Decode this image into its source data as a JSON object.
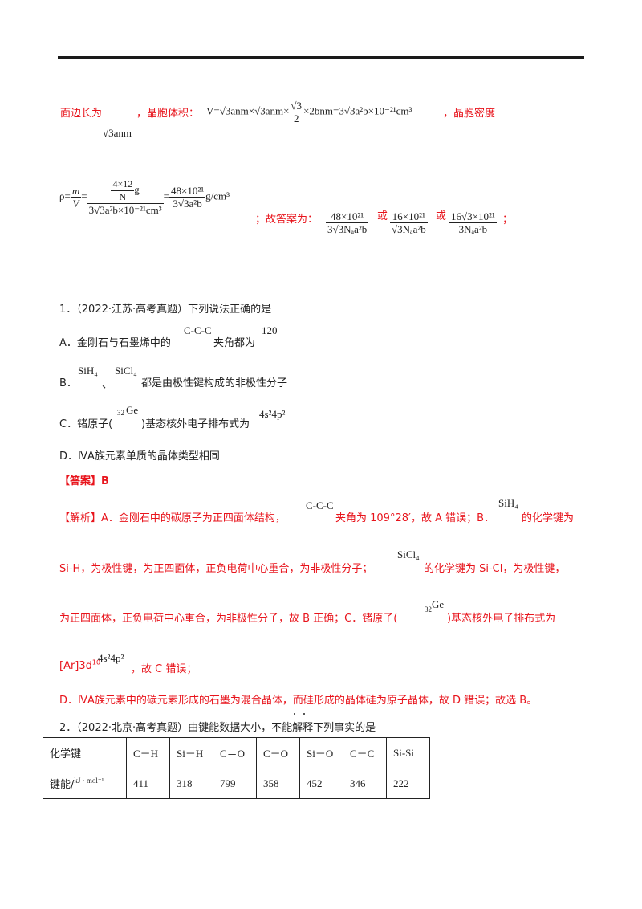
{
  "intro": {
    "line1_start": "面边长为",
    "line1_cell_vol_label": "，晶胞体积：",
    "line1_formula": "V=√3anm×√3anm×",
    "line1_frac_num": "√3",
    "line1_frac_den": "2",
    "line1_formula_end": "×2bnm=3√3a²b×10⁻²¹cm³",
    "line1_density_label": "，晶胞密度",
    "edge": "√3anm",
    "rho_formula": "ρ=",
    "rho_m": "m",
    "rho_v": "V",
    "rho_eq": "=",
    "rho_top_num": "4×12",
    "rho_top_den": "N",
    "rho_top_unit": "g",
    "rho_big_den": "3√3a²b×10⁻²¹cm³",
    "rho_eq2": "=",
    "rho_num2": "48×10²¹",
    "rho_den2": "3√3a²b",
    "rho_unit": "g/cm³",
    "answer_label": "；故答案为：",
    "ans1_num": "48×10²¹",
    "ans1_den": "3√3Nₐa²b",
    "or1": "或",
    "ans2_num": "16×10²¹",
    "ans2_den": "√3Nₐa²b",
    "or2": "或",
    "ans3_num": "16√3×10²¹",
    "ans3_den": "3Nₐa²b",
    "end_punct": "；"
  },
  "q1": {
    "stem": "1．（2022·江苏·高考真题）下列说法正确的是",
    "optA_pre": "A．金刚石与石墨烯中的",
    "optA_ccc": "C-C-C",
    "optA_mid": "夹角都为",
    "optA_val": "120",
    "optB_pre": "B．",
    "optB_sih4": "SiH₄",
    "optB_sep": "、",
    "optB_sicl4": "SiCl₄",
    "optB_post": "都是由极性键构成的非极性分子",
    "optC_pre": "C．锗原子(",
    "optC_z": "32",
    "optC_ge": "Ge",
    "optC_mid": ")基态核外电子排布式为",
    "optC_conf": "4s²4p²",
    "optD": "D．ⅣA族元素单质的晶体类型相同",
    "answer": "【答案】B",
    "exp1_pre": "【解析】A．金刚石中的碳原子为正四面体结构，",
    "exp1_ccc": "C-C-C",
    "exp1_mid": "夹角为 109°28′，故 A 错误；B．",
    "exp1_sih4": "SiH₄",
    "exp1_post": "的化学键为",
    "exp2_pre": "Si-H，为极性键，为正四面体，正负电荷中心重合，为非极性分子；",
    "exp2_sicl4": "SiCl₄",
    "exp2_post": "的化学键为 Si-Cl，为极性键，",
    "exp3_pre": "为正四面体，正负电荷中心重合，为非极性分子，故 B 正确；C．锗原子(",
    "exp3_z": "32",
    "exp3_ge": "Ge",
    "exp3_post": ")基态核外电子排布式为",
    "exp4_pre": "[Ar]3d",
    "exp4_sup": "10",
    "exp4_conf": "4s²4p²",
    "exp4_post": "，故 C 错误；",
    "exp5": "D．ⅣA族元素中的碳元素形成的石墨为混合晶体，而硅形成的晶体硅为原子晶体，故 D 错误；故选 B。"
  },
  "q2": {
    "stem_pre": "2．（2022·北京·高考真题）由键能数据大小，",
    "stem_emph": "不能",
    "stem_post": "解释下列事实的是",
    "table": {
      "header": [
        "化学键",
        "C－H",
        "Si－H",
        "C＝O",
        "C－O",
        "Si－O",
        "C－C",
        "Si-Si"
      ],
      "row_label": "键能/",
      "row_unit": "kJ · mol⁻¹",
      "values": [
        "411",
        "318",
        "799",
        "358",
        "452",
        "346",
        "222"
      ]
    }
  }
}
